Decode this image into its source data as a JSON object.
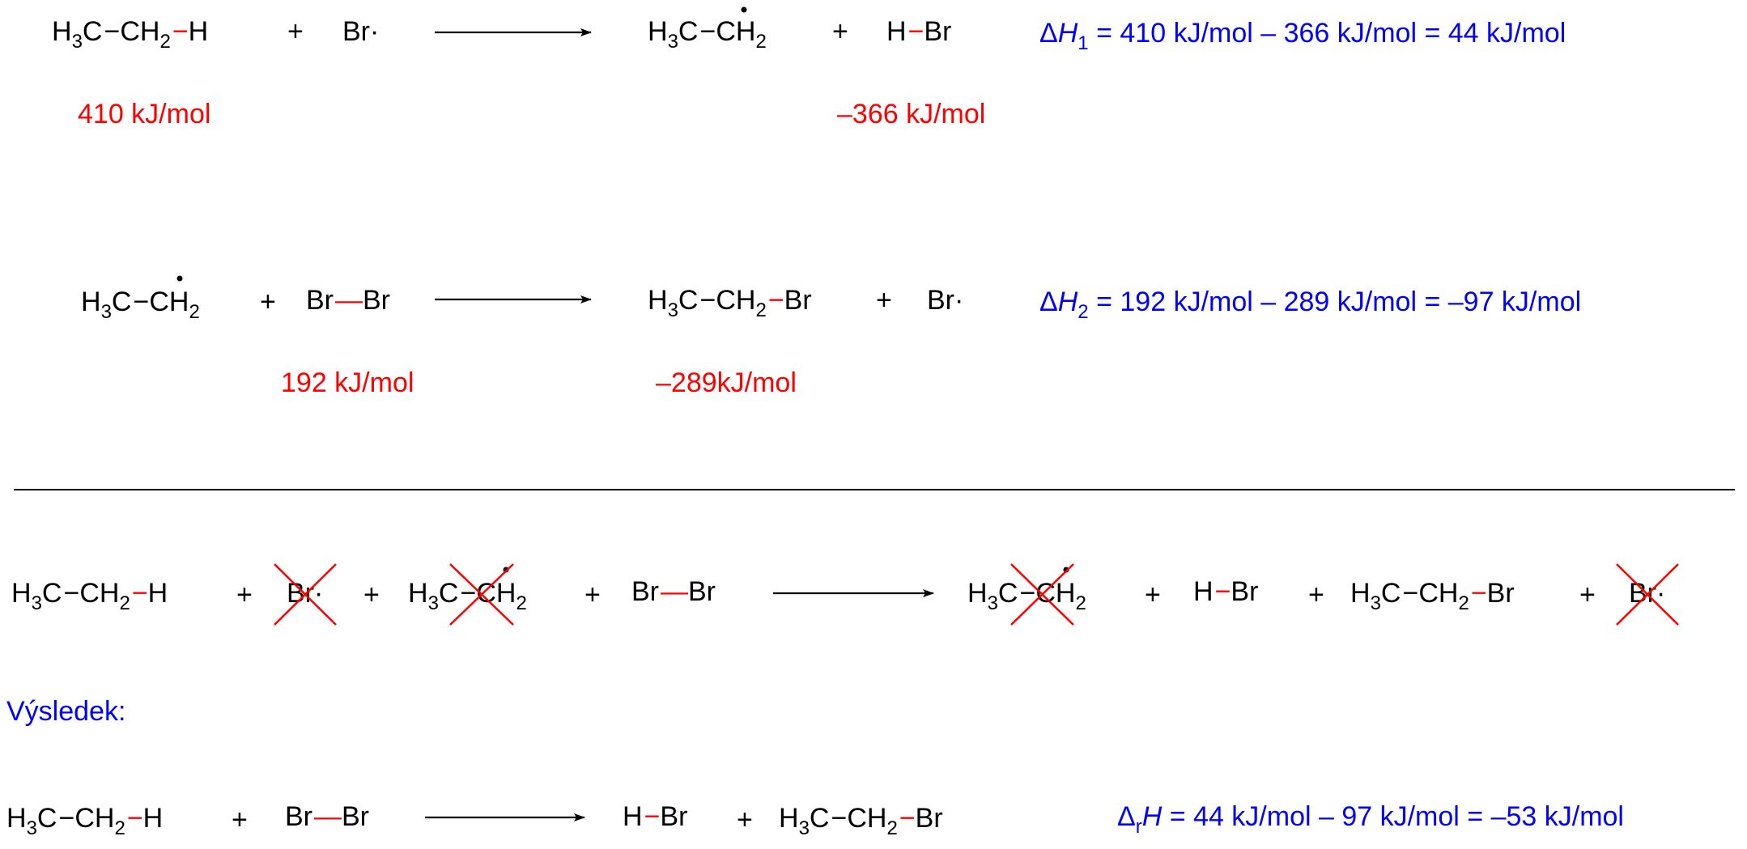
{
  "colors": {
    "chem": "#000000",
    "bond_highlight": "#ff0000",
    "energy": "#ff0000",
    "calc": "#0000ff",
    "cross": "#ff0000"
  },
  "reactions": [
    {
      "id": "step1",
      "reactants": [
        {
          "id": "ethane",
          "parts": [
            [
              "t",
              "H"
            ],
            [
              "s",
              "3"
            ],
            [
              "t",
              "C"
            ],
            [
              "b",
              "−"
            ],
            [
              "t",
              "CH"
            ],
            [
              "s",
              "2"
            ],
            [
              "rb",
              "−"
            ],
            [
              "t",
              "H"
            ]
          ]
        },
        {
          "id": "plus",
          "text": "+"
        },
        {
          "id": "br-radical",
          "parts": [
            [
              "t",
              "Br"
            ],
            [
              "t",
              "·"
            ]
          ]
        }
      ],
      "products": [
        {
          "id": "ethyl-radical",
          "parts": [
            [
              "t",
              "H"
            ],
            [
              "s",
              "3"
            ],
            [
              "t",
              "C"
            ],
            [
              "b",
              "−"
            ],
            [
              "t",
              "C"
            ],
            [
              "t",
              "H"
            ],
            [
              "s",
              "2"
            ]
          ]
        },
        {
          "id": "plus",
          "text": "+"
        },
        {
          "id": "hbr",
          "parts": [
            [
              "t",
              "H"
            ],
            [
              "rb",
              "−"
            ],
            [
              "t",
              "Br"
            ]
          ]
        }
      ],
      "energies": [
        "410 kJ/mol",
        "–366 kJ/mol"
      ],
      "calc": {
        "symbol": "Δ",
        "var": "H",
        "sub": "1",
        "rest": " = 410 kJ/mol – 366 kJ/mol = 44 kJ/mol"
      }
    },
    {
      "id": "step2",
      "reactants": [
        {
          "id": "ethyl-radical",
          "parts": [
            [
              "t",
              "H"
            ],
            [
              "s",
              "3"
            ],
            [
              "t",
              "C"
            ],
            [
              "b",
              "−"
            ],
            [
              "t",
              "C"
            ],
            [
              "t",
              "H"
            ],
            [
              "s",
              "2"
            ]
          ]
        },
        {
          "id": "plus",
          "text": "+"
        },
        {
          "id": "br2",
          "parts": [
            [
              "t",
              "Br"
            ],
            [
              "rb",
              "—"
            ],
            [
              "t",
              "Br"
            ]
          ]
        }
      ],
      "products": [
        {
          "id": "bromoethane",
          "parts": [
            [
              "t",
              "H"
            ],
            [
              "s",
              "3"
            ],
            [
              "t",
              "C"
            ],
            [
              "b",
              "−"
            ],
            [
              "t",
              "CH"
            ],
            [
              "s",
              "2"
            ],
            [
              "rb",
              "−"
            ],
            [
              "t",
              "Br"
            ]
          ]
        },
        {
          "id": "plus",
          "text": "+"
        },
        {
          "id": "br-radical",
          "parts": [
            [
              "t",
              "Br"
            ],
            [
              "t",
              "·"
            ]
          ]
        }
      ],
      "energies": [
        "192 kJ/mol",
        "–289kJ/mol"
      ],
      "calc": {
        "symbol": "Δ",
        "var": "H",
        "sub": "2",
        "rest": " = 192 kJ/mol – 289 kJ/mol = –97 kJ/mol"
      }
    }
  ],
  "sum_reaction": {
    "reactants": [
      {
        "id": "ethane",
        "parts": [
          [
            "t",
            "H"
          ],
          [
            "s",
            "3"
          ],
          [
            "t",
            "C"
          ],
          [
            "b",
            "−"
          ],
          [
            "t",
            "CH"
          ],
          [
            "s",
            "2"
          ],
          [
            "rb",
            "−"
          ],
          [
            "t",
            "H"
          ]
        ]
      },
      {
        "id": "plus",
        "text": "+"
      },
      {
        "id": "br-radical",
        "crossed": true,
        "parts": [
          [
            "t",
            "Br"
          ],
          [
            "t",
            "·"
          ]
        ]
      },
      {
        "id": "plus",
        "text": "+"
      },
      {
        "id": "ethyl-radical",
        "crossed": true,
        "parts": [
          [
            "t",
            "H"
          ],
          [
            "s",
            "3"
          ],
          [
            "t",
            "C"
          ],
          [
            "b",
            "−"
          ],
          [
            "t",
            "C"
          ],
          [
            "t",
            "H"
          ],
          [
            "s",
            "2"
          ]
        ]
      },
      {
        "id": "plus",
        "text": "+"
      },
      {
        "id": "br2",
        "parts": [
          [
            "t",
            "Br"
          ],
          [
            "rb",
            "—"
          ],
          [
            "t",
            "Br"
          ]
        ]
      }
    ],
    "products": [
      {
        "id": "ethyl-radical",
        "crossed": true,
        "parts": [
          [
            "t",
            "H"
          ],
          [
            "s",
            "3"
          ],
          [
            "t",
            "C"
          ],
          [
            "b",
            "−"
          ],
          [
            "t",
            "C"
          ],
          [
            "t",
            "H"
          ],
          [
            "s",
            "2"
          ]
        ]
      },
      {
        "id": "plus",
        "text": "+"
      },
      {
        "id": "hbr",
        "parts": [
          [
            "t",
            "H"
          ],
          [
            "rb",
            "−"
          ],
          [
            "t",
            "Br"
          ]
        ]
      },
      {
        "id": "plus",
        "text": "+"
      },
      {
        "id": "bromoethane",
        "parts": [
          [
            "t",
            "H"
          ],
          [
            "s",
            "3"
          ],
          [
            "t",
            "C"
          ],
          [
            "b",
            "−"
          ],
          [
            "t",
            "CH"
          ],
          [
            "s",
            "2"
          ],
          [
            "rb",
            "−"
          ],
          [
            "t",
            "Br"
          ]
        ]
      },
      {
        "id": "plus",
        "text": "+"
      },
      {
        "id": "br-radical",
        "crossed": true,
        "parts": [
          [
            "t",
            "Br"
          ],
          [
            "t",
            "·"
          ]
        ]
      }
    ]
  },
  "result_label": "Výsledek:",
  "net_reaction": {
    "reactants": [
      {
        "id": "ethane",
        "parts": [
          [
            "t",
            "H"
          ],
          [
            "s",
            "3"
          ],
          [
            "t",
            "C"
          ],
          [
            "b",
            "−"
          ],
          [
            "t",
            "CH"
          ],
          [
            "s",
            "2"
          ],
          [
            "rb",
            "−"
          ],
          [
            "t",
            "H"
          ]
        ]
      },
      {
        "id": "plus",
        "text": "+"
      },
      {
        "id": "br2",
        "parts": [
          [
            "t",
            "Br"
          ],
          [
            "rb",
            "—"
          ],
          [
            "t",
            "Br"
          ]
        ]
      }
    ],
    "products": [
      {
        "id": "hbr",
        "parts": [
          [
            "t",
            "H"
          ],
          [
            "rb",
            "−"
          ],
          [
            "t",
            "Br"
          ]
        ]
      },
      {
        "id": "plus",
        "text": "+"
      },
      {
        "id": "bromoethane",
        "parts": [
          [
            "t",
            "H"
          ],
          [
            "s",
            "3"
          ],
          [
            "t",
            "C"
          ],
          [
            "b",
            "−"
          ],
          [
            "t",
            "CH"
          ],
          [
            "s",
            "2"
          ],
          [
            "rb",
            "−"
          ],
          [
            "t",
            "Br"
          ]
        ]
      }
    ],
    "calc": {
      "symbol": "Δ",
      "sub_pre": "r",
      "var": "H",
      "rest": " = 44 kJ/mol – 97 kJ/mol = –53 kJ/mol"
    }
  }
}
